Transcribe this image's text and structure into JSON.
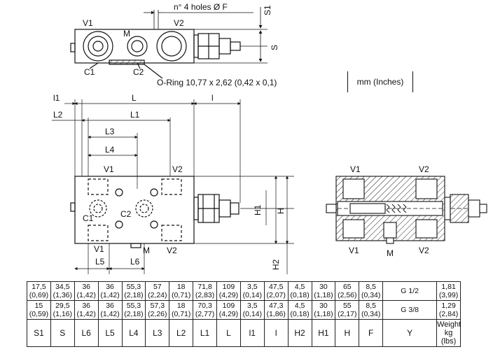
{
  "top_view": {
    "holes_label": "n° 4 holes Ø F",
    "oring_label": "O-Ring 10,77 x 2,62 (0,42 x 0,1)",
    "port_labels": [
      "V1",
      "V2",
      "M",
      "C1",
      "C2"
    ],
    "dim_labels": [
      "S1",
      "S"
    ]
  },
  "front_view": {
    "port_labels": [
      "V1",
      "V2",
      "V1",
      "V2",
      "M",
      "C1",
      "C2"
    ],
    "dim_labels": [
      "l1",
      "L",
      "l",
      "L2",
      "L1",
      "L3",
      "L4",
      "L5",
      "L6",
      "H1",
      "H",
      "H2"
    ]
  },
  "section_view": {
    "port_labels": [
      "V1",
      "V2",
      "V1",
      "V2",
      "M"
    ]
  },
  "units_label": "mm (Inches)",
  "table": {
    "rows": [
      [
        [
          "17,5",
          "(0,69)"
        ],
        [
          "34,5",
          "(1,36)"
        ],
        [
          "36",
          "(1,42)"
        ],
        [
          "36",
          "(1,42)"
        ],
        [
          "55,3",
          "(2,18)"
        ],
        [
          "57",
          "(2,24)"
        ],
        [
          "18",
          "(0,71)"
        ],
        [
          "71,8",
          "(2,83)"
        ],
        [
          "109",
          "(4,29)"
        ],
        [
          "3,5",
          "(0,14)"
        ],
        [
          "47,5",
          "(2,07)"
        ],
        [
          "4,5",
          "(0,18)"
        ],
        [
          "30",
          "(1,18)"
        ],
        [
          "65",
          "(2,56)"
        ],
        [
          "8,5",
          "(0,34)"
        ],
        [
          "G 1/2",
          ""
        ],
        [
          "1,81",
          "(3,99)"
        ]
      ],
      [
        [
          "15",
          "(0,59)"
        ],
        [
          "29,5",
          "(1,16)"
        ],
        [
          "36",
          "(1,42)"
        ],
        [
          "36",
          "(1,42)"
        ],
        [
          "55,3",
          "(2,18)"
        ],
        [
          "57,3",
          "(2,26)"
        ],
        [
          "18",
          "(0,71)"
        ],
        [
          "70,3",
          "(2,77)"
        ],
        [
          "109",
          "(4,29)"
        ],
        [
          "3,5",
          "(0,14)"
        ],
        [
          "47,3",
          "(1,86)"
        ],
        [
          "4,5",
          "(0,18)"
        ],
        [
          "30",
          "(1,18)"
        ],
        [
          "55",
          "(2,17)"
        ],
        [
          "8,5",
          "(0,34)"
        ],
        [
          "G 3/8",
          ""
        ],
        [
          "1,29",
          "(2,84)"
        ]
      ]
    ],
    "headers": [
      "S1",
      "S",
      "L6",
      "L5",
      "L4",
      "L3",
      "L2",
      "L1",
      "L",
      "l1",
      "l",
      "H2",
      "H1",
      "H",
      "F",
      "Y",
      "Weight kg (lbs)"
    ]
  }
}
